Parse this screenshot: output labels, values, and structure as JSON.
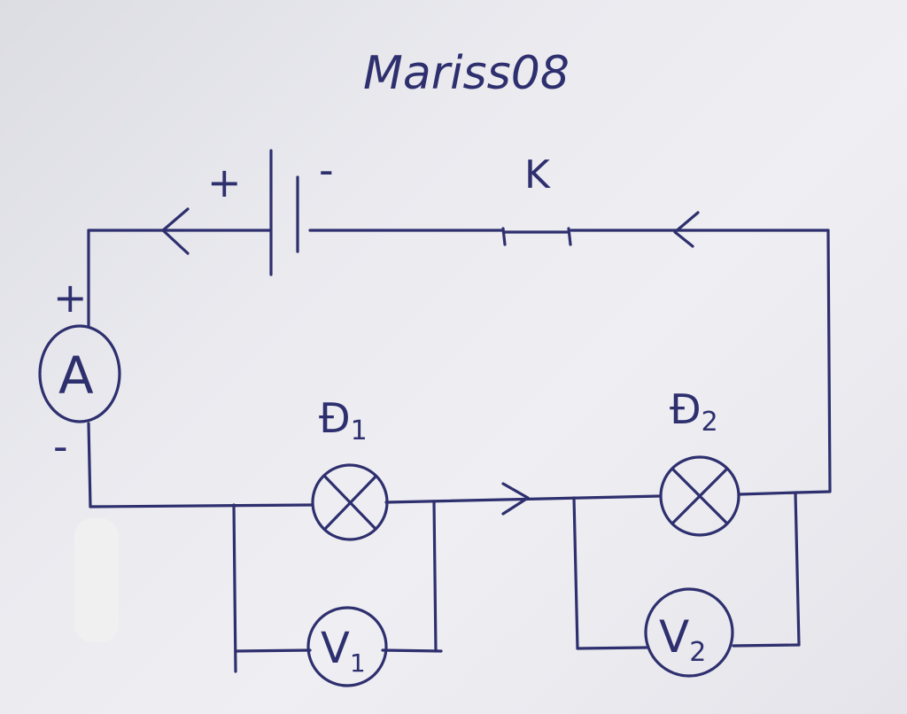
{
  "author_watermark": "Mariss08",
  "colors": {
    "ink": "#2e2f6e",
    "paper": "#ececf0"
  },
  "battery": {
    "plus_sign": "+",
    "minus_sign": "-"
  },
  "switch": {
    "label": "K"
  },
  "ammeter": {
    "symbol": "A",
    "plus_sign": "+",
    "minus_sign": "-"
  },
  "bulbs": [
    {
      "label": "Đ",
      "subscript": "1"
    },
    {
      "label": "Đ",
      "subscript": "2"
    }
  ],
  "voltmeters": [
    {
      "symbol": "V",
      "subscript": "1"
    },
    {
      "symbol": "V",
      "subscript": "2"
    }
  ]
}
